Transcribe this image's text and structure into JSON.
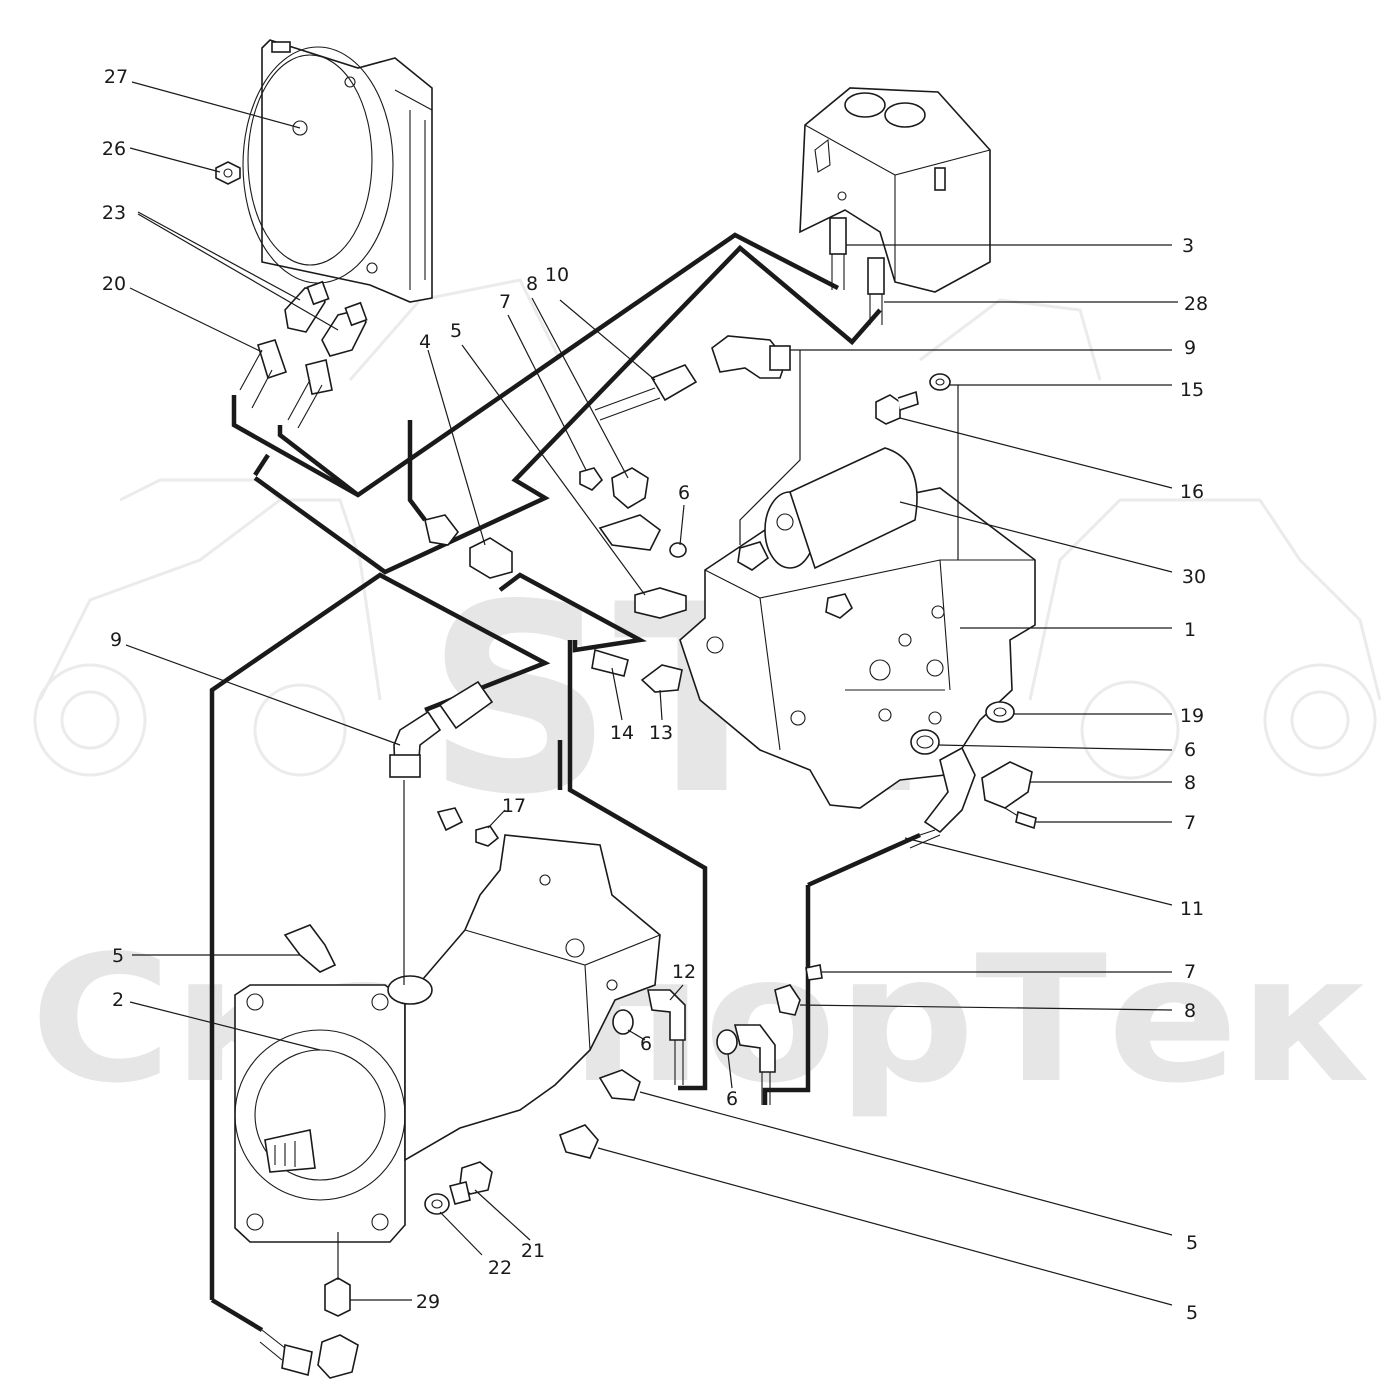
{
  "watermark": {
    "logo_text": "STT",
    "brand_text": "СкайпорТек"
  },
  "callouts": {
    "c1": "1",
    "c2": "2",
    "c3": "3",
    "c4": "4",
    "c5a": "5",
    "c5b": "5",
    "c5c": "5",
    "c5d": "5",
    "c6a": "6",
    "c6b": "6",
    "c6c": "6",
    "c6d": "6",
    "c7a": "7",
    "c7b": "7",
    "c7c": "7",
    "c8a": "8",
    "c8b": "8",
    "c8c": "8",
    "c9a": "9",
    "c9b": "9",
    "c10": "10",
    "c11": "11",
    "c12": "12",
    "c13": "13",
    "c14": "14",
    "c15": "15",
    "c16": "16",
    "c17": "17",
    "c19": "19",
    "c20": "20",
    "c21": "21",
    "c22": "22",
    "c23": "23",
    "c26": "26",
    "c27": "27",
    "c28": "28",
    "c29": "29",
    "c30": "30"
  }
}
